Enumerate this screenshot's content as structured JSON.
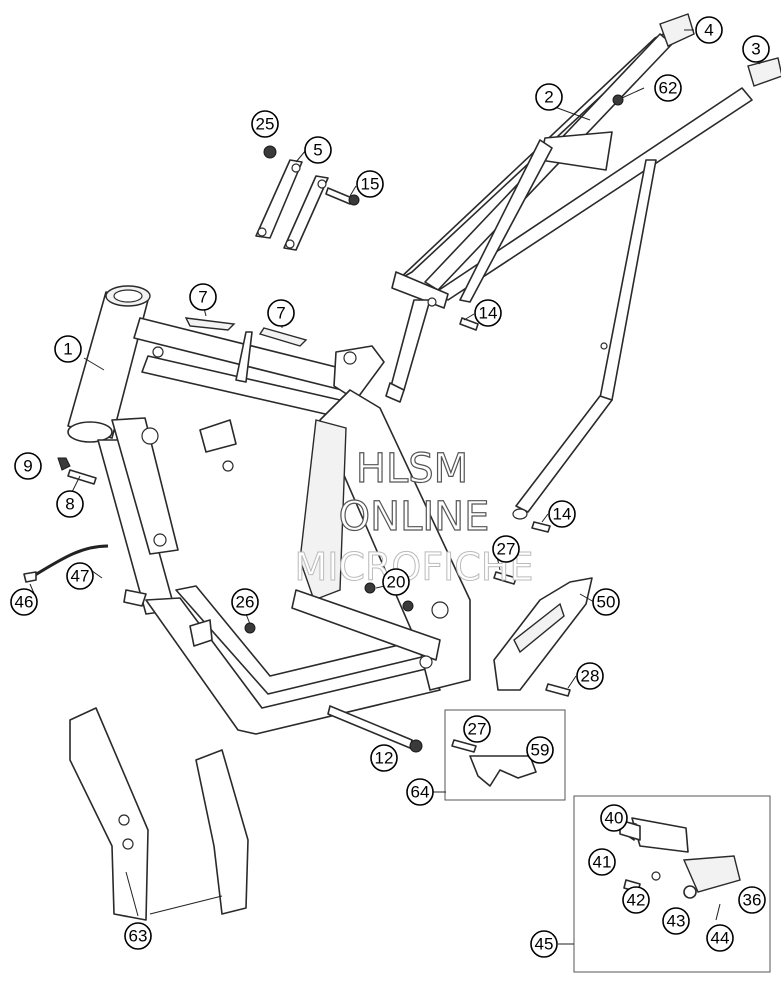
{
  "watermark": {
    "line1": "HLSM",
    "line2": "ONLINE",
    "line3": "MICROFICHE"
  },
  "callouts": {
    "c1": "1",
    "c2": "2",
    "c3": "3",
    "c4": "4",
    "c5": "5",
    "c7a": "7",
    "c7b": "7",
    "c8": "8",
    "c9": "9",
    "c12": "12",
    "c14a": "14",
    "c14b": "14",
    "c15": "15",
    "c20": "20",
    "c25": "25",
    "c26": "26",
    "c27a": "27",
    "c27b": "27",
    "c28": "28",
    "c36": "36",
    "c40": "40",
    "c41": "41",
    "c42": "42",
    "c43": "43",
    "c44": "44",
    "c45": "45",
    "c46": "46",
    "c47": "47",
    "c50": "50",
    "c59": "59",
    "c62": "62",
    "c63": "63",
    "c64": "64"
  },
  "colors": {
    "line": "#2a2a2a",
    "background": "#ffffff",
    "watermark_outline": "#555555"
  }
}
